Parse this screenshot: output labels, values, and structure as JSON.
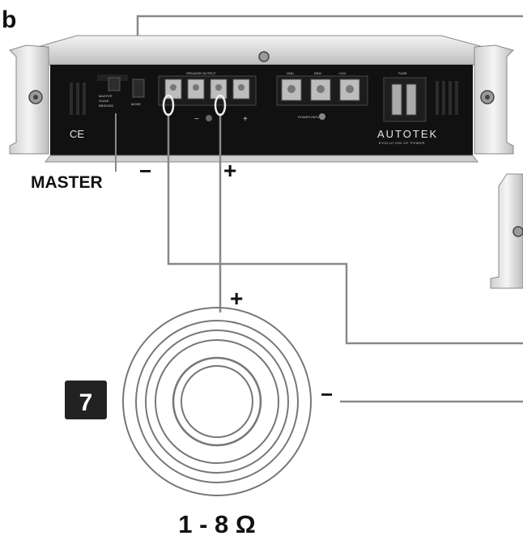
{
  "figure": {
    "panel_letter": "b",
    "step_number": "7",
    "impedance_label": "1 - 8 Ω"
  },
  "amplifier": {
    "brand": "AUTOTEK",
    "tagline": "EVOLUTION OF POWER",
    "speaker_output_label": "SPEAKER OUTPUT",
    "mode_label": "MODE",
    "fuse_label": "FUSE",
    "power_input_label": "POWER INPUT",
    "power_terminals": [
      "GND",
      "REM",
      "+12V"
    ],
    "ce_mark": "CE",
    "mode_options": [
      "MASTER",
      "SLAVE",
      "BRIDGED"
    ],
    "output_minus": "−",
    "output_plus": "+"
  },
  "labels": {
    "master": "MASTER",
    "amp_minus": "−",
    "amp_plus": "+",
    "speaker_plus": "+",
    "speaker_minus": "−"
  },
  "colors": {
    "amp_body": "#111111",
    "chassis": "#e6e6e6",
    "wire": "#888888",
    "badge": "#222222"
  }
}
